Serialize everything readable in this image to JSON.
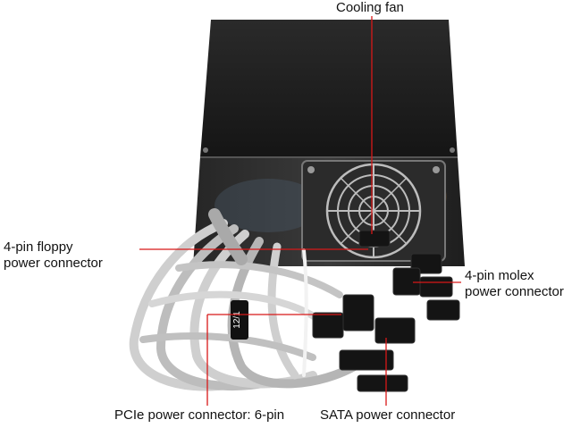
{
  "labels": {
    "cooling_fan": "Cooling fan",
    "floppy_line1": "4-pin floppy",
    "floppy_line2": "power connector",
    "molex_line1": "4-pin molex",
    "molex_line2": "power connector",
    "pcie": "PCIe power connector: 6-pin",
    "sata": "SATA power connector"
  },
  "cable_tag": "12/1",
  "colors": {
    "callout_line": "#d81818",
    "case_body": "#1c1c1c",
    "cable": "#c8c8c8"
  }
}
